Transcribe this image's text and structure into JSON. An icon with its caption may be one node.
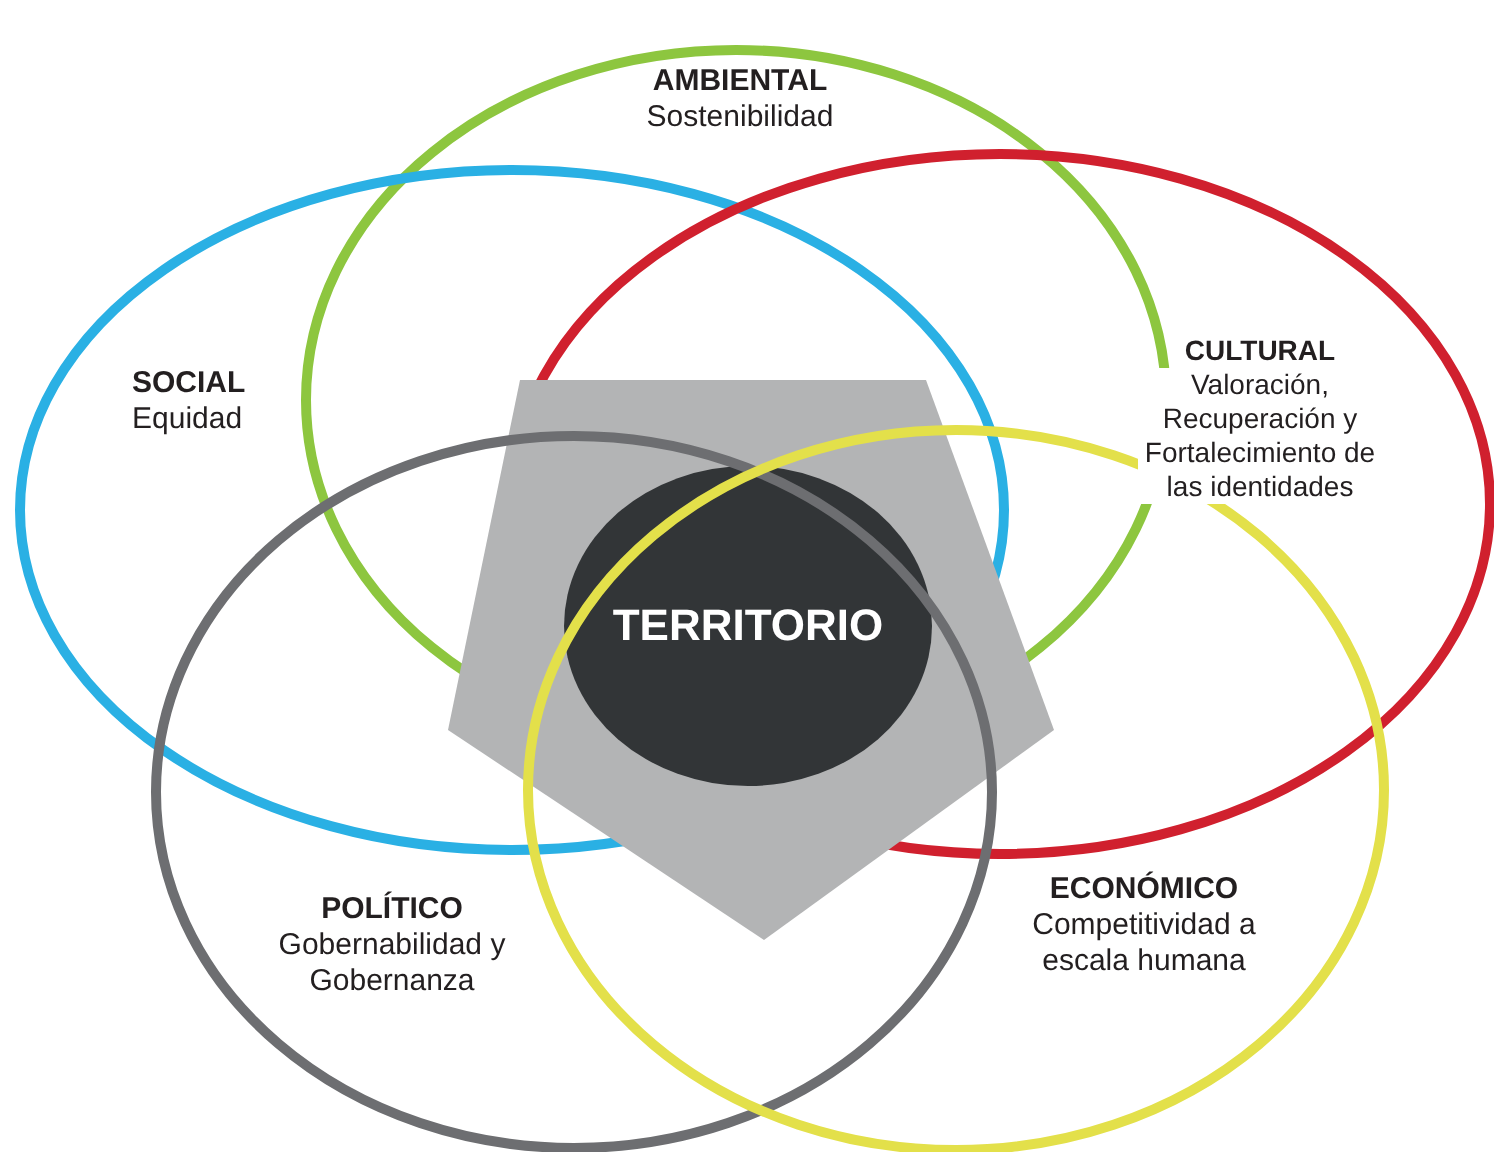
{
  "diagram": {
    "nodes": [
      {
        "text": [
          "AMBIENTAL",
          "Sostenibilidad"
        ]
      },
      {
        "text": [
          "SOCIAL",
          "Equidad"
        ]
      },
      {
        "text": [
          "CULTURAL",
          "Valoración, Recuperación y Fortalecimiento de las identidades"
        ]
      },
      {
        "text": [],
        "shape": "pentagon"
      },
      {
        "text": [
          "TERRITORIO"
        ]
      },
      {
        "text": [
          "POLÍTICO",
          "Gobernabilidad y Gobernanza"
        ]
      },
      {
        "text": [
          "ECONÓMICO",
          "Competitividad a escala humana"
        ]
      }
    ]
  }
}
